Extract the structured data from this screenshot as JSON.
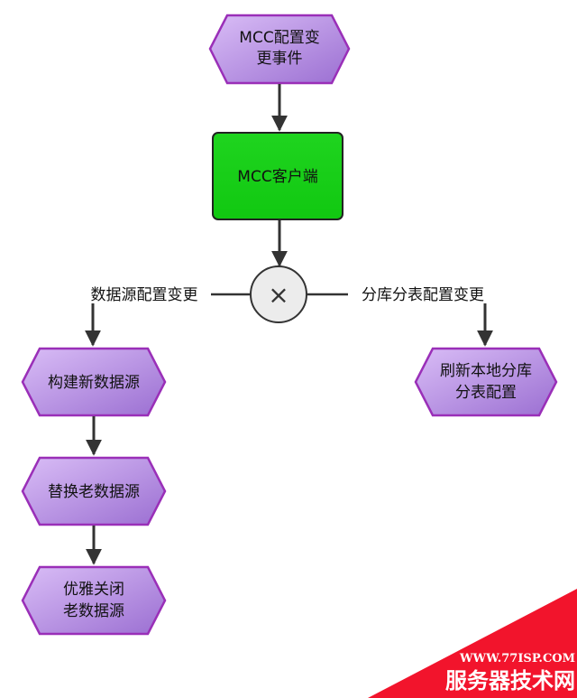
{
  "nodes": {
    "mcc_event": {
      "lines": [
        "MCC配置变",
        "更事件"
      ]
    },
    "mcc_client": {
      "lines": [
        "MCC客户端"
      ]
    },
    "gateway": {
      "symbol": "×"
    },
    "build_new": {
      "lines": [
        "构建新数据源"
      ]
    },
    "replace_old": {
      "lines": [
        "替换老数据源"
      ]
    },
    "close_old": {
      "lines": [
        "优雅关闭",
        "老数据源"
      ]
    },
    "refresh_local": {
      "lines": [
        "刷新本地分库",
        "分表配置"
      ]
    }
  },
  "edges": {
    "left_label": "数据源配置变更",
    "right_label": "分库分表配置变更"
  },
  "watermark": {
    "url": "WWW.77ISP.COM",
    "name": "服务器技术网"
  },
  "colors": {
    "hex_fill_start": "#c9a6ee",
    "hex_fill_end": "#9a6fd0",
    "hex_stroke": "#9a2fb8",
    "client_fill": "#19d319",
    "arrow": "#333333",
    "watermark_red": "#f2142c"
  }
}
